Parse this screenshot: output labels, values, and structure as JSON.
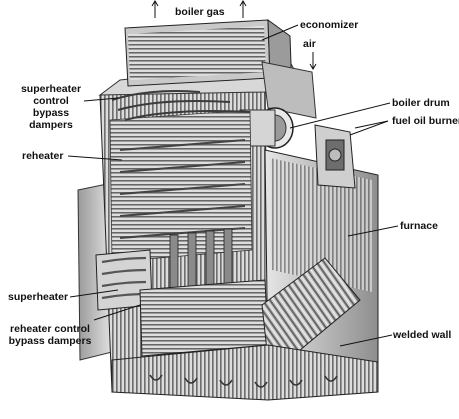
{
  "labels": {
    "boiler_gas": "boiler gas",
    "economizer": "economizer",
    "air": "air",
    "superheater_control_bypass_dampers": [
      "superheater",
      "control",
      "bypass",
      "dampers"
    ],
    "boiler_drum": "boiler drum",
    "fuel_oil_burner": "fuel oil burner",
    "reheater": "reheater",
    "furnace": "furnace",
    "superheater": "superheater",
    "reheater_control_bypass_dampers": [
      "reheater control",
      "bypass dampers"
    ],
    "welded_wall": "welded wall"
  },
  "colors": {
    "ink": "#111111",
    "metal_light": "#dcdcdc",
    "metal_mid": "#a8a8a8",
    "metal_dark": "#555555",
    "background": "#ffffff"
  }
}
